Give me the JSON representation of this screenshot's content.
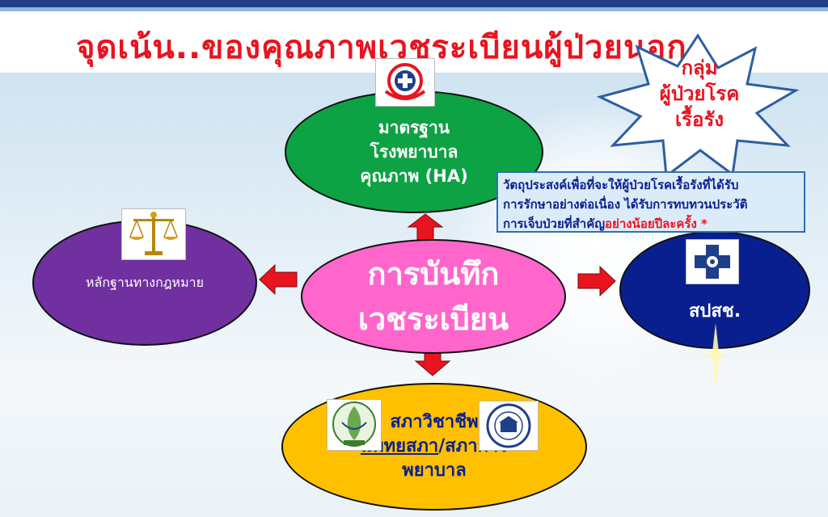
{
  "title": "จุดเน้น..ของคุณภาพเวชระเบียนผู้ป่วยนอก",
  "center": {
    "line1": "การบันทึก",
    "line2": "เวชระเบียน"
  },
  "ha": {
    "line1": "มาตรฐาน",
    "line2": "โรงพยาบาล",
    "line3": "คุณภาพ  (HA)"
  },
  "legal": {
    "label": "หลักฐานทางกฎหมาย"
  },
  "nhso": {
    "label": "สปสช."
  },
  "council": {
    "line1": "สภาวิชาชีพ",
    "link": "แพทยสภา",
    "line2_rest": "/สภาการ",
    "line3": "พยาบาล"
  },
  "callout": {
    "line1": "วัตถุประสงค์เพื่อที่จะให้ผู้ป่วยโรคเรื้อรังที่ได้รับ",
    "line2": "การรักษาอย่างต่อเนื่อง ได้รับการทบทวนประวัติ",
    "line3_a": "การเจ็บป่วยที่สำคัญ",
    "line3_b": "อย่างน้อยปีละครั้ง *"
  },
  "star": {
    "line1": "กลุ่ม",
    "line2": "ผู้ป่วยโรค",
    "line3": "เรื้อรัง"
  },
  "colors": {
    "title": "#e8141f",
    "arrow": "#e8141f",
    "ha": "#0da243",
    "legal": "#7030a0",
    "center": "#ff66cc",
    "nhso": "#0a1f8f",
    "council": "#ffc000"
  },
  "icons": [
    "ha-logo-icon",
    "scales-of-justice-icon",
    "medical-cross-icon",
    "medical-council-seal-icon",
    "nursing-council-seal-icon"
  ]
}
